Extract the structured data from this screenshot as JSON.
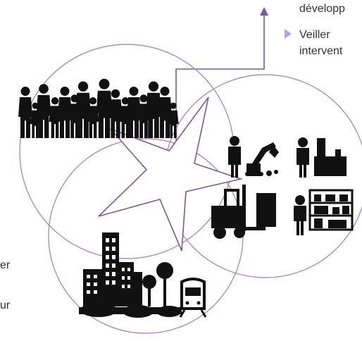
{
  "colors": {
    "circle_stroke": "#a58fc0",
    "star_stroke": "#7a5a9c",
    "arrow": "#7a5a9c",
    "bullet": "#b9a6cc",
    "icon_fill": "#111111",
    "text": "#333333"
  },
  "text": {
    "top_right_line1": "développ",
    "bullet_label": "Veiller",
    "bullet_line2": "intervent",
    "left_frag1": "er",
    "left_frag2": "ur"
  },
  "icons": {
    "people": "crowd-of-people-icon",
    "industry": "industrial-workers-icon",
    "city": "city-transport-icon"
  }
}
